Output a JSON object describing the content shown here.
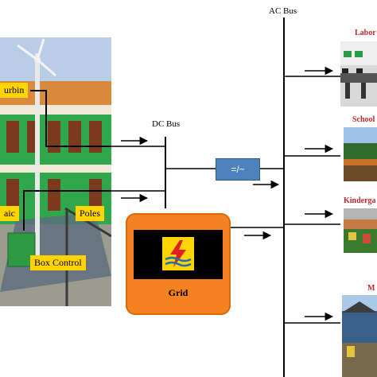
{
  "labels": {
    "ac_bus": "AC Bus",
    "dc_bus": "DC Bus",
    "converter": "=/~",
    "grid": "Grid",
    "turbine": "urbin",
    "photovoltaic": "aic",
    "poles": "Poles",
    "box_control": "Box Control",
    "loads": [
      "Labor",
      "School",
      "Kinderga",
      "M"
    ]
  },
  "colors": {
    "tag_yellow": "#ffd400",
    "grid_orange": "#f58220",
    "converter_blue": "#4f81bd",
    "load_red": "#c0282a"
  },
  "icons": {
    "grid_logo": "lightning-logo-icon",
    "turbine": "wind-turbine-icon"
  }
}
